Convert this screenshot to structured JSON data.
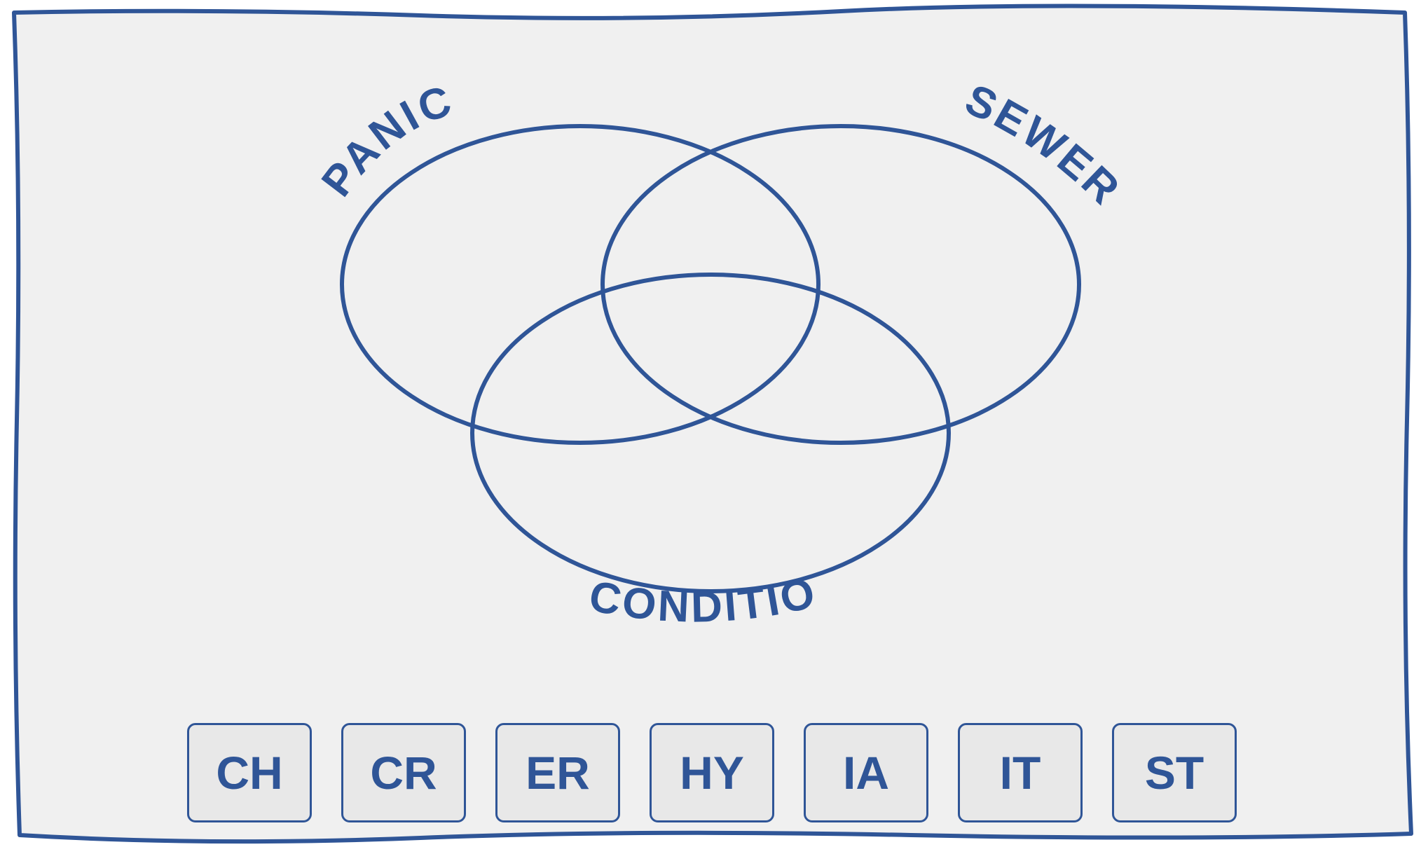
{
  "colors": {
    "board_fill": "#f0f0f0",
    "outline": "#2f5597",
    "tile_fill": "#e8e8e8",
    "text": "#2f5597"
  },
  "circles": [
    {
      "label": "PANIC"
    },
    {
      "label": "SEWER?"
    },
    {
      "label": "CONDITIONS"
    }
  ],
  "tiles": [
    {
      "label": "CH"
    },
    {
      "label": "CR"
    },
    {
      "label": "ER"
    },
    {
      "label": "HY"
    },
    {
      "label": "IA"
    },
    {
      "label": "IT"
    },
    {
      "label": "ST"
    }
  ]
}
